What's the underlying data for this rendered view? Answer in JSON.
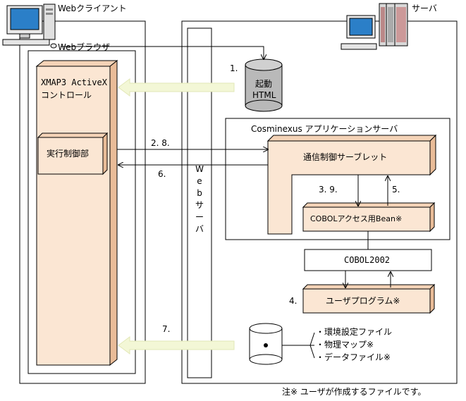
{
  "client": {
    "title": "Webクライアント",
    "browser": "Webブラウザ",
    "control_line1": "XMAP3 ActiveX",
    "control_line2": "コントロール",
    "exec_unit": "実行制御部"
  },
  "server": {
    "title": "サーバ",
    "startup_line1": "起動",
    "startup_line2": "HTML",
    "webserver": [
      "W",
      "e",
      "b",
      "サ",
      "ー",
      "バ"
    ],
    "app_server": "Cosminexus アプリケーションサーバ",
    "servlet": "通信制御サーブレット",
    "bean": "COBOLアクセス用Bean※",
    "cobol": "COBOL2002",
    "user_program": "ユーザプログラム※"
  },
  "steps": {
    "s1": "1.",
    "s2_8": "2. 8.",
    "s6": "6.",
    "s3_9": "3. 9.",
    "s5": "5.",
    "s4": "4.",
    "s7": "7."
  },
  "files": [
    "・環境設定ファイル",
    "・物理マップ※",
    "・データファイル※"
  ],
  "footnote": "注※ ユーザが作成するファイルです。",
  "colors": {
    "box_fill": "#fbe6d3",
    "box_side": "#e9bc98",
    "arrow_fill": "#f3f7d6",
    "db_fill": "#b9b9b9"
  }
}
